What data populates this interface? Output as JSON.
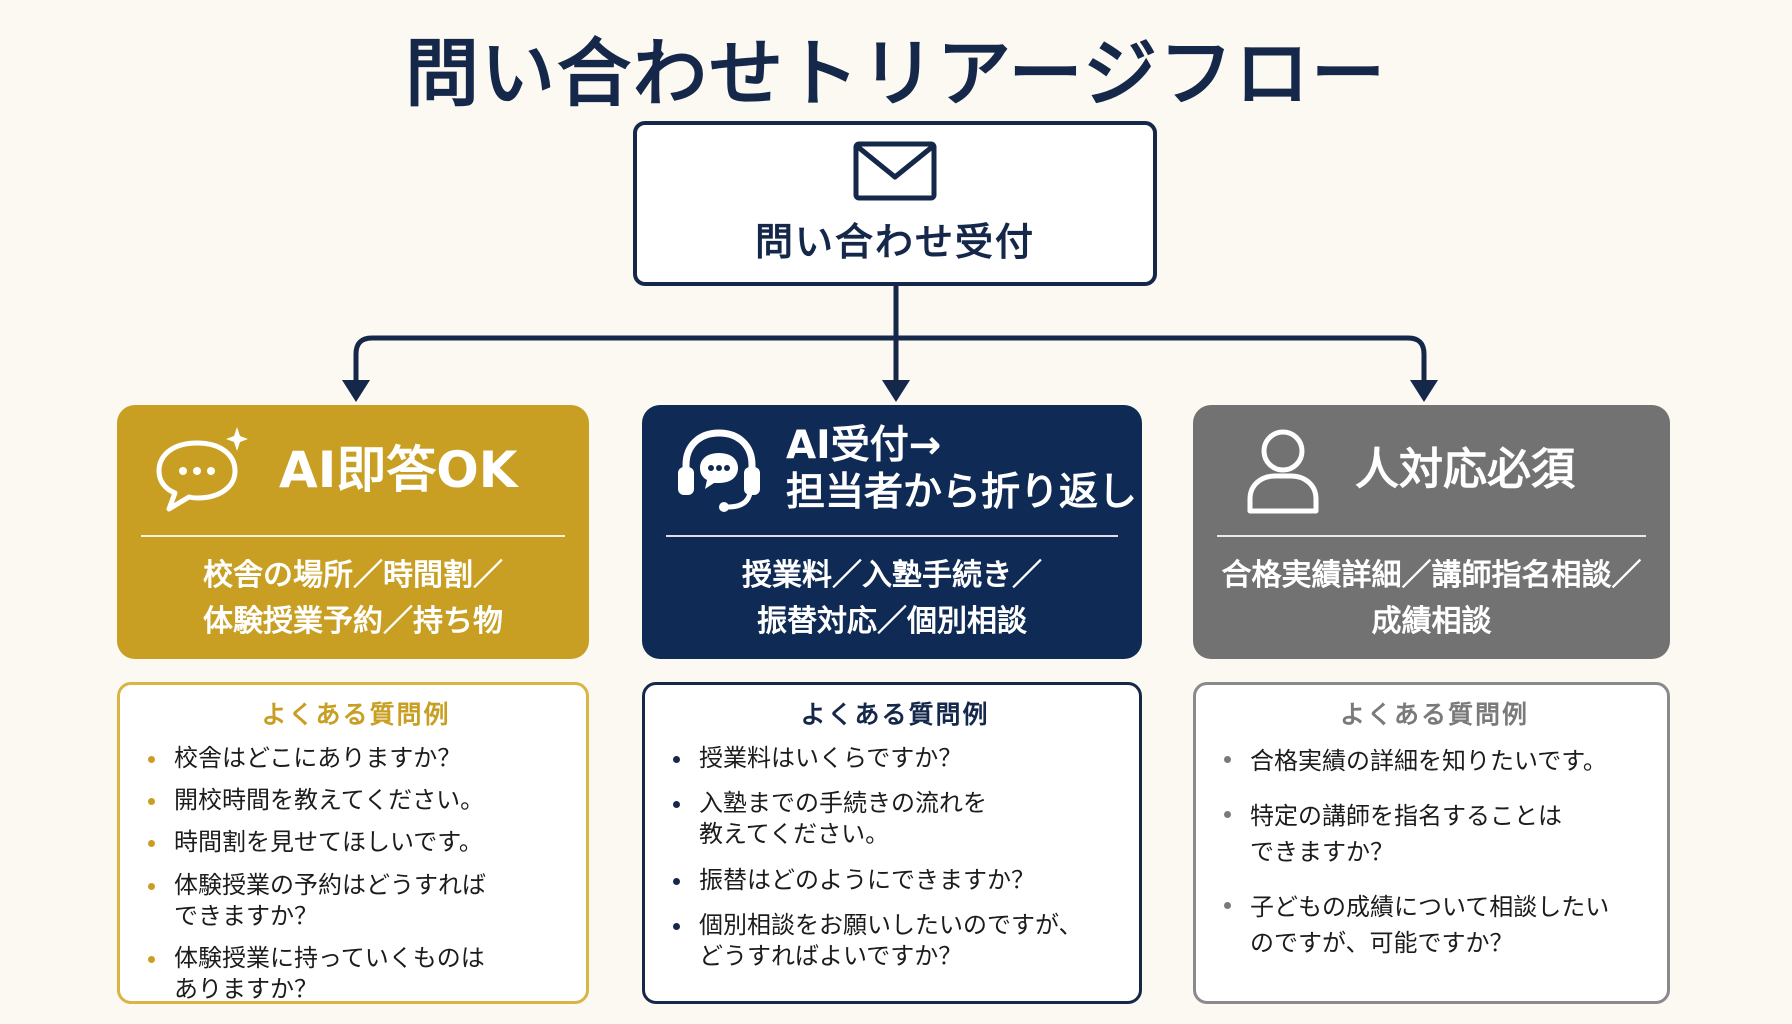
{
  "title": "問い合わせトリアージフロー",
  "root": {
    "label": "問い合わせ受付",
    "icon": "envelope-icon"
  },
  "colors": {
    "navy": "#0f2a55",
    "gold": "#c89f23",
    "gray": "#727272",
    "background": "#fbf9f2"
  },
  "categories": [
    {
      "title_lines": [
        "AI即答OK"
      ],
      "icon": "chat-bubble-sparkle-icon",
      "body_lines": [
        "校舎の場所／時間割／",
        "体験授業予約／持ち物"
      ],
      "faq_heading": "よくある質問例",
      "faq": [
        [
          "校舎はどこにありますか？"
        ],
        [
          "開校時間を教えてください。"
        ],
        [
          "時間割を見せてほしいです。"
        ],
        [
          "体験授業の予約はどうすれば",
          "できますか？"
        ],
        [
          "体験授業に持っていくものは",
          "ありますか？"
        ]
      ]
    },
    {
      "title_lines": [
        "AI受付→",
        "担当者から折り返し"
      ],
      "icon": "headset-icon",
      "body_lines": [
        "授業料／入塾手続き／",
        "振替対応／個別相談"
      ],
      "faq_heading": "よくある質問例",
      "faq": [
        [
          "授業料はいくらですか？"
        ],
        [
          "入塾までの手続きの流れを",
          "教えてください。"
        ],
        [
          "振替はどのようにできますか？"
        ],
        [
          "個別相談をお願いしたいのですが、",
          "どうすればよいですか？"
        ]
      ]
    },
    {
      "title_lines": [
        "人対応必須"
      ],
      "icon": "person-icon",
      "body_lines": [
        "合格実績詳細／講師指名相談／",
        "成績相談"
      ],
      "faq_heading": "よくある質問例",
      "faq": [
        [
          "合格実績の詳細を知りたいです。"
        ],
        [
          "特定の講師を指名することは",
          "できますか？"
        ],
        [
          "子どもの成績について相談したい",
          "のですが、可能ですか？"
        ]
      ]
    }
  ]
}
